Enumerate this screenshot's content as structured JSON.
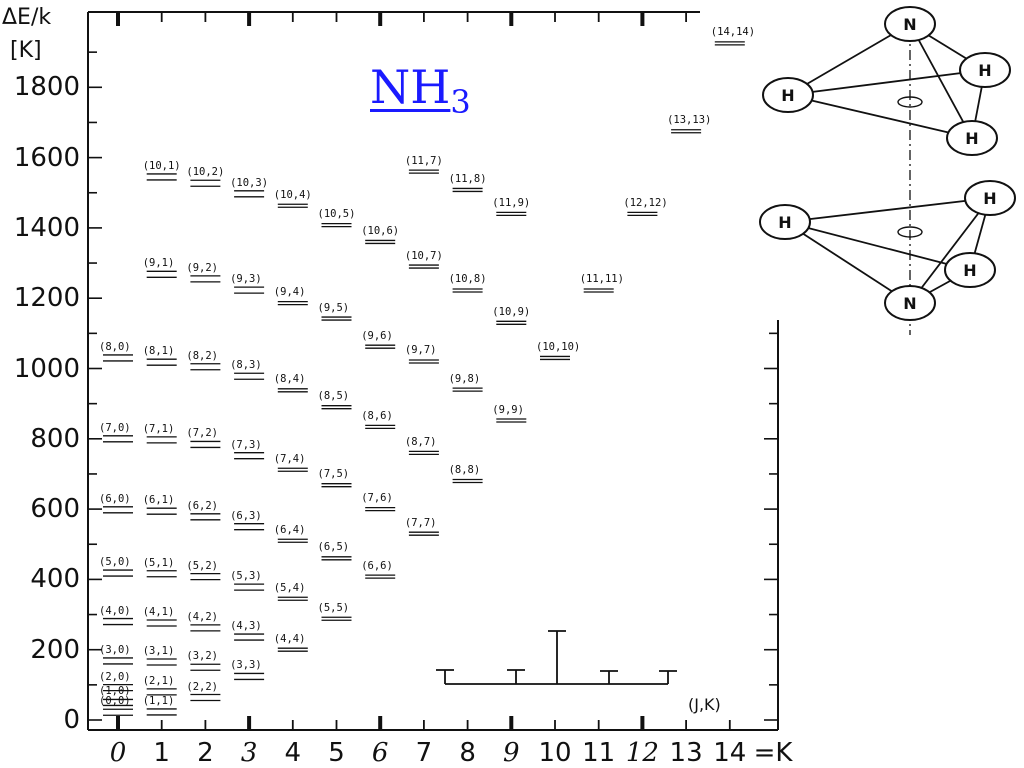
{
  "figure": {
    "molecule_title": "NH",
    "molecule_subscript": "3",
    "y_axis_label_top": "ΔE/k",
    "y_axis_label_unit": "[K]",
    "x_axis_suffix": "=K",
    "legend_label": "(J,K)",
    "atom_label_n": "N",
    "atom_label_h": "H"
  },
  "chart_data": {
    "type": "scatter",
    "title": "NH3",
    "ylabel": "ΔE/k [K]",
    "xlabel": "K",
    "ylim": [
      0,
      1950
    ],
    "xlim": [
      0,
      14
    ],
    "y_ticks": [
      0,
      200,
      400,
      600,
      800,
      1000,
      1200,
      1400,
      1600,
      1800
    ],
    "x_ticks": [
      0,
      1,
      2,
      3,
      4,
      5,
      6,
      7,
      8,
      9,
      10,
      11,
      12,
      13,
      14
    ],
    "x_tick_labels": [
      "0",
      "1",
      "2",
      "3",
      "4",
      "5",
      "6",
      "7",
      "8",
      "9",
      "10",
      "11",
      "12",
      "13",
      "14"
    ],
    "italic_x_ticks": [
      0,
      3,
      6,
      9,
      12
    ],
    "levels": [
      {
        "label": "(1,0)",
        "k": 0,
        "e": 50
      },
      {
        "label": "(0,0)",
        "k": 0,
        "e": 22
      },
      {
        "label": "(2,0)",
        "k": 0,
        "e": 92
      },
      {
        "label": "(3,0)",
        "k": 0,
        "e": 168
      },
      {
        "label": "(4,0)",
        "k": 0,
        "e": 280
      },
      {
        "label": "(5,0)",
        "k": 0,
        "e": 418
      },
      {
        "label": "(6,0)",
        "k": 0,
        "e": 598
      },
      {
        "label": "(7,0)",
        "k": 0,
        "e": 800
      },
      {
        "label": "(8,0)",
        "k": 0,
        "e": 1030
      },
      {
        "label": "(1,1)",
        "k": 1,
        "e": 23
      },
      {
        "label": "(2,1)",
        "k": 1,
        "e": 80
      },
      {
        "label": "(3,1)",
        "k": 1,
        "e": 165
      },
      {
        "label": "(4,1)",
        "k": 1,
        "e": 276
      },
      {
        "label": "(5,1)",
        "k": 1,
        "e": 416
      },
      {
        "label": "(6,1)",
        "k": 1,
        "e": 594
      },
      {
        "label": "(7,1)",
        "k": 1,
        "e": 797
      },
      {
        "label": "(8,1)",
        "k": 1,
        "e": 1018
      },
      {
        "label": "(9,1)",
        "k": 1,
        "e": 1268
      },
      {
        "label": "(10,1)",
        "k": 1,
        "e": 1545
      },
      {
        "label": "(2,2)",
        "k": 2,
        "e": 64
      },
      {
        "label": "(3,2)",
        "k": 2,
        "e": 150
      },
      {
        "label": "(4,2)",
        "k": 2,
        "e": 262
      },
      {
        "label": "(5,2)",
        "k": 2,
        "e": 408
      },
      {
        "label": "(6,2)",
        "k": 2,
        "e": 578
      },
      {
        "label": "(7,2)",
        "k": 2,
        "e": 784
      },
      {
        "label": "(8,2)",
        "k": 2,
        "e": 1005
      },
      {
        "label": "(9,2)",
        "k": 2,
        "e": 1255
      },
      {
        "label": "(10,2)",
        "k": 2,
        "e": 1527
      },
      {
        "label": "(3,3)",
        "k": 3,
        "e": 124
      },
      {
        "label": "(4,3)",
        "k": 3,
        "e": 236
      },
      {
        "label": "(5,3)",
        "k": 3,
        "e": 378
      },
      {
        "label": "(6,3)",
        "k": 3,
        "e": 550
      },
      {
        "label": "(7,3)",
        "k": 3,
        "e": 752
      },
      {
        "label": "(8,3)",
        "k": 3,
        "e": 978
      },
      {
        "label": "(9,3)",
        "k": 3,
        "e": 1223
      },
      {
        "label": "(10,3)",
        "k": 3,
        "e": 1497
      },
      {
        "label": "(4,4)",
        "k": 4,
        "e": 200
      },
      {
        "label": "(5,4)",
        "k": 4,
        "e": 345
      },
      {
        "label": "(6,4)",
        "k": 4,
        "e": 510
      },
      {
        "label": "(7,4)",
        "k": 4,
        "e": 712
      },
      {
        "label": "(8,4)",
        "k": 4,
        "e": 938
      },
      {
        "label": "(9,4)",
        "k": 4,
        "e": 1186
      },
      {
        "label": "(10,4)",
        "k": 4,
        "e": 1463
      },
      {
        "label": "(5,5)",
        "k": 5,
        "e": 288
      },
      {
        "label": "(6,5)",
        "k": 5,
        "e": 460
      },
      {
        "label": "(7,5)",
        "k": 5,
        "e": 668
      },
      {
        "label": "(8,5)",
        "k": 5,
        "e": 890
      },
      {
        "label": "(9,5)",
        "k": 5,
        "e": 1142
      },
      {
        "label": "(10,5)",
        "k": 5,
        "e": 1408
      },
      {
        "label": "(6,6)",
        "k": 6,
        "e": 408
      },
      {
        "label": "(7,6)",
        "k": 6,
        "e": 600
      },
      {
        "label": "(8,6)",
        "k": 6,
        "e": 834
      },
      {
        "label": "(9,6)",
        "k": 6,
        "e": 1062
      },
      {
        "label": "(10,6)",
        "k": 6,
        "e": 1360
      },
      {
        "label": "(7,7)",
        "k": 7,
        "e": 530
      },
      {
        "label": "(8,7)",
        "k": 7,
        "e": 760
      },
      {
        "label": "(9,7)",
        "k": 7,
        "e": 1020
      },
      {
        "label": "(10,7)",
        "k": 7,
        "e": 1290
      },
      {
        "label": "(11,7)",
        "k": 7,
        "e": 1560
      },
      {
        "label": "(8,8)",
        "k": 8,
        "e": 680
      },
      {
        "label": "(9,8)",
        "k": 8,
        "e": 940
      },
      {
        "label": "(10,8)",
        "k": 8,
        "e": 1222
      },
      {
        "label": "(11,8)",
        "k": 8,
        "e": 1508
      },
      {
        "label": "(9,9)",
        "k": 9,
        "e": 852
      },
      {
        "label": "(10,9)",
        "k": 9,
        "e": 1130
      },
      {
        "label": "(11,9)",
        "k": 9,
        "e": 1440
      },
      {
        "label": "(10,10)",
        "k": 10,
        "e": 1030
      },
      {
        "label": "(11,11)",
        "k": 11,
        "e": 1222
      },
      {
        "label": "(12,12)",
        "k": 12,
        "e": 1440
      },
      {
        "label": "(13,13)",
        "k": 13,
        "e": 1675
      },
      {
        "label": "(14,14)",
        "k": 14,
        "e": 1925
      }
    ]
  },
  "colors": {
    "title": "#1a1aff",
    "ink": "#111111"
  }
}
